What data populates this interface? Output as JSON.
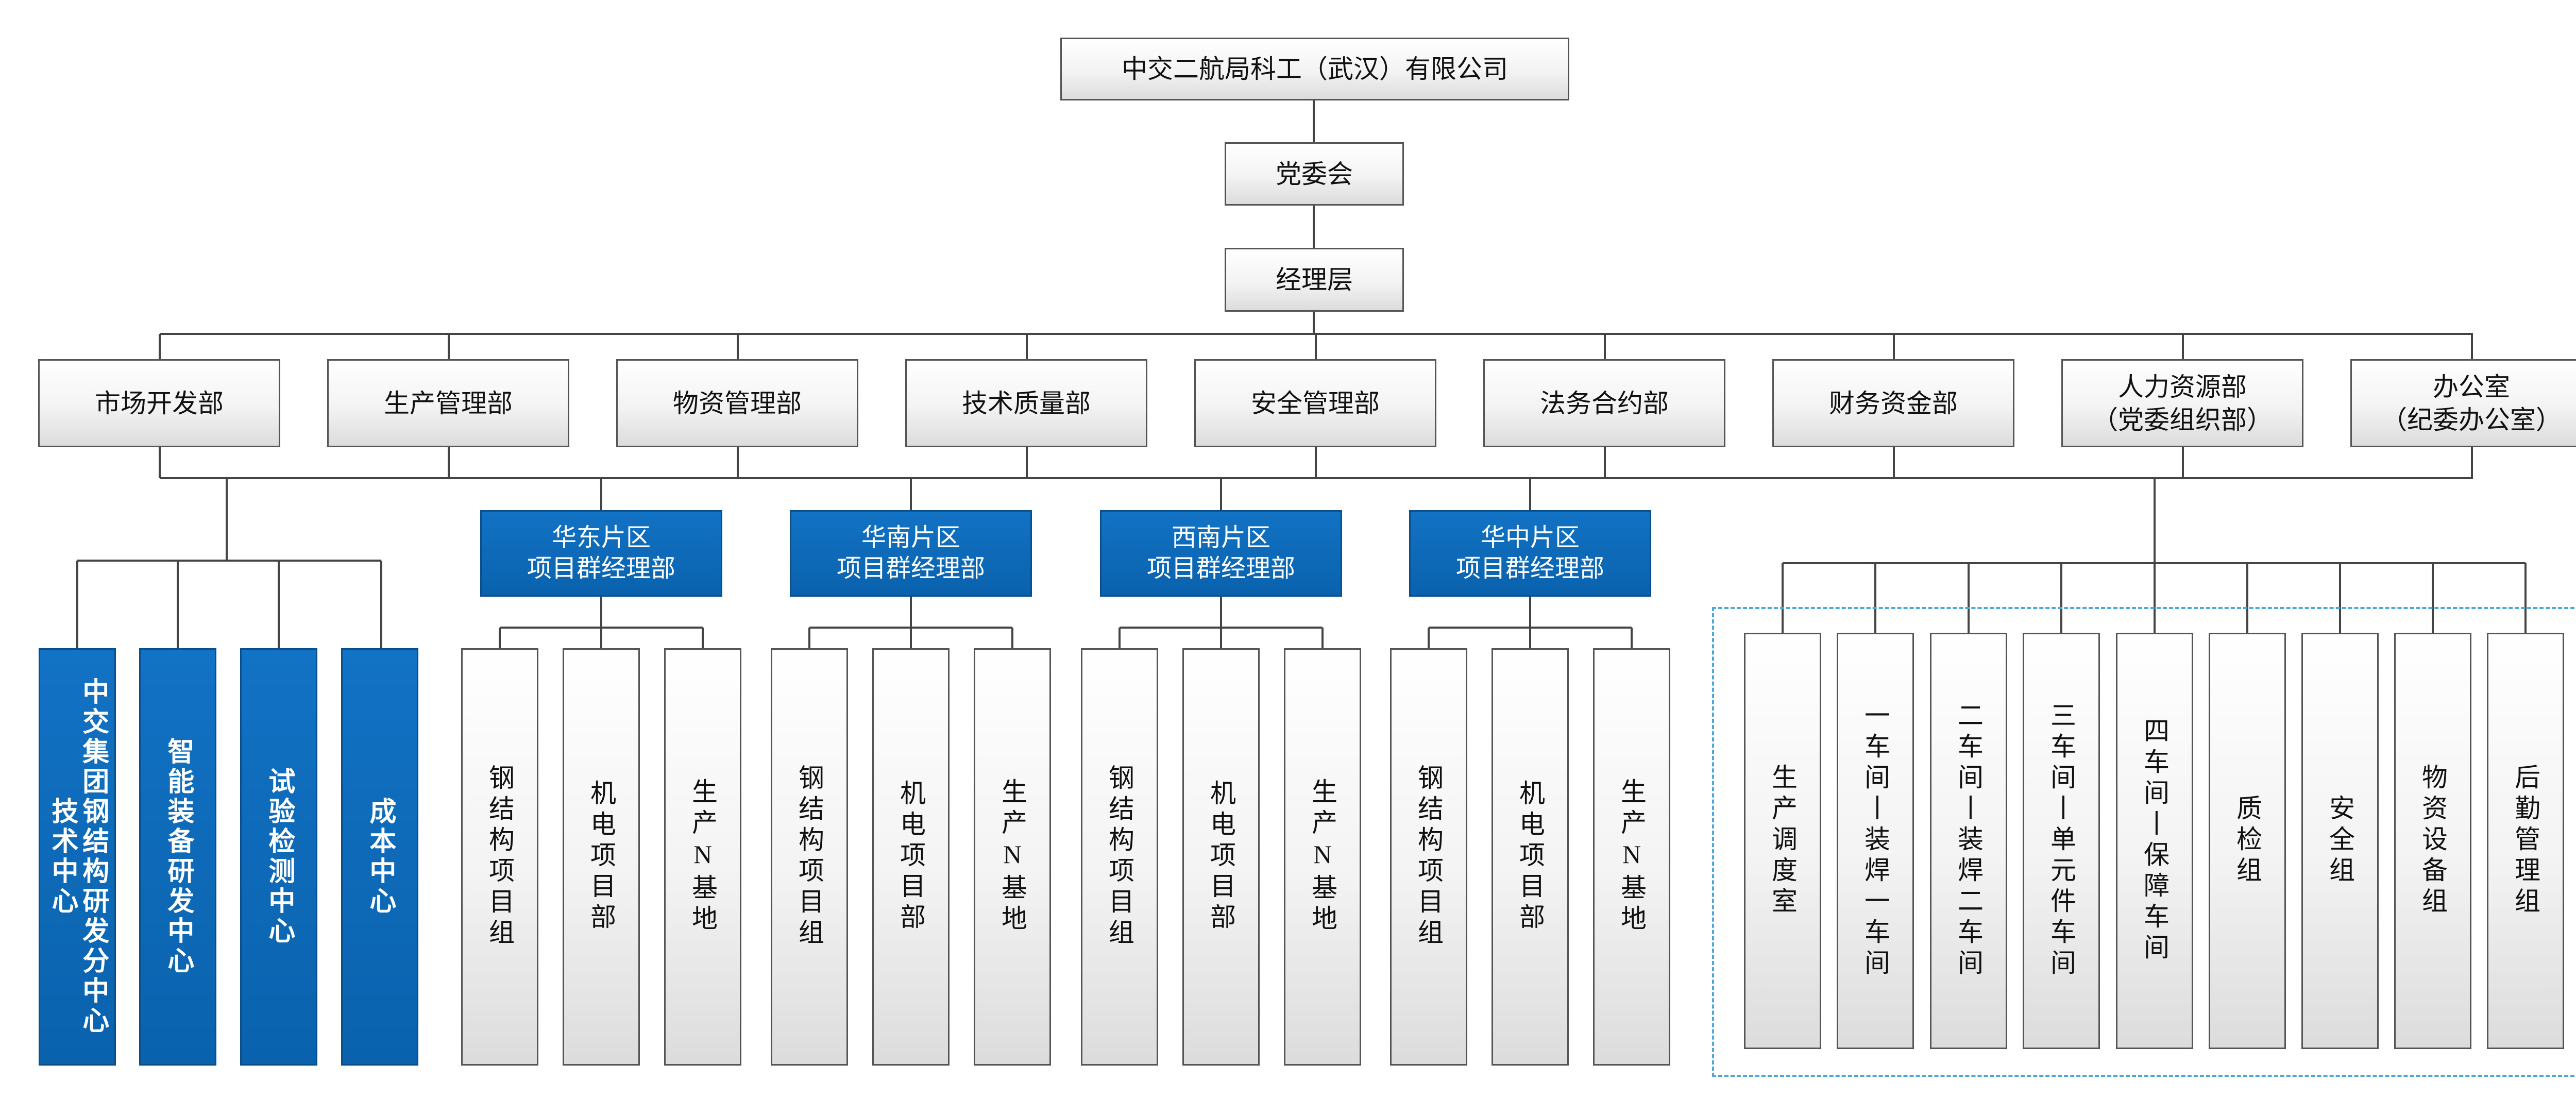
{
  "company": "中交二航局科工（武汉）有限公司",
  "party_committee": "党委会",
  "management": "经理层",
  "departments": [
    "市场开发部",
    "生产管理部",
    "物资管理部",
    "技术质量部",
    "安全管理部",
    "法务合约部",
    "财务资金部",
    "人力资源部\n（党委组织部）",
    "办公室\n（纪委办公室）"
  ],
  "centers": [
    "中交集团钢结构研发分中心\n技术中心",
    "智能装备研发中心",
    "试验检测中心",
    "成本中心"
  ],
  "regions": [
    {
      "label": "华东片区\n项目群经理部",
      "units": [
        "钢结构项目组",
        "机电项目部",
        "生产N基地"
      ]
    },
    {
      "label": "华南片区\n项目群经理部",
      "units": [
        "钢结构项目组",
        "机电项目部",
        "生产N基地"
      ]
    },
    {
      "label": "西南片区\n项目群经理部",
      "units": [
        "钢结构项目组",
        "机电项目部",
        "生产N基地"
      ]
    },
    {
      "label": "华中片区\n项目群经理部",
      "units": [
        "钢结构项目组",
        "机电项目部",
        "生产N基地"
      ]
    }
  ],
  "workshops": [
    "生产调度室",
    "一车间丨装焊一车间",
    "二车间丨装焊二车间",
    "三车间丨单元件车间",
    "四车间丨保障车间",
    "质检组",
    "安全组",
    "物资设备组",
    "后勤管理组"
  ],
  "colors": {
    "line": "#444444",
    "box_border": "#555555",
    "blue_fill": "#0a62ad",
    "blue_border": "#0a4f8c",
    "dashed_border": "#4ea7d8"
  }
}
